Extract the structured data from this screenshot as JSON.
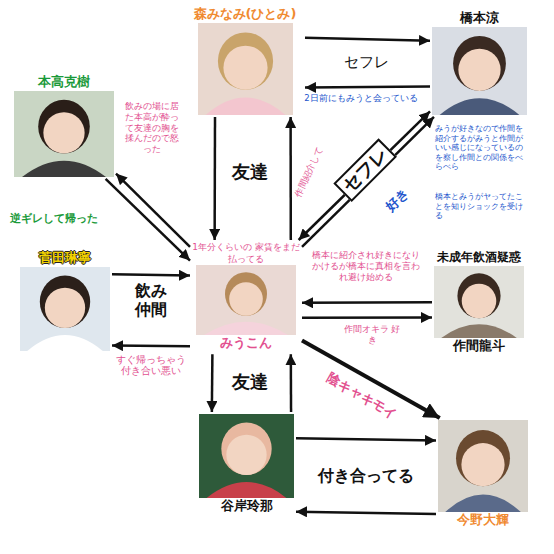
{
  "diagram": {
    "nodes": [
      {
        "text": [
          "森みなみ(ひとみ)"
        ]
      },
      {
        "text": [
          "橋本涼"
        ]
      },
      {
        "text": [
          "本高克樹"
        ]
      },
      {
        "text": [
          "菅田琳寧"
        ]
      },
      {
        "text": [
          "1年分くらいの 家賃をまだ払ってる",
          "みうこん"
        ]
      },
      {
        "text": [
          "未成年飲酒疑惑",
          "作間龍斗"
        ]
      },
      {
        "text": [
          "谷岸玲那"
        ]
      },
      {
        "text": [
          "今野大輝"
        ]
      }
    ],
    "edges": [
      {
        "from": 0,
        "to": 1,
        "label": "セフレ",
        "arrow": "to"
      },
      {
        "from": 1,
        "to": 0,
        "label": "2日前にもみうと会っている",
        "arrow": "to"
      },
      {
        "from": 0,
        "to": 4,
        "label": "友達",
        "arrow": "to"
      },
      {
        "from": 4,
        "to": 0,
        "label": "作間紹介して",
        "arrow": "to"
      },
      {
        "from": 4,
        "to": 1,
        "label": "セフレ",
        "arrow": "both"
      },
      {
        "from": 4,
        "to": 1,
        "label": "好き",
        "arrow": "to"
      },
      {
        "from": 4,
        "to": 2,
        "label": "飲みの場に居た本高が酔って友達の胸を揉んだので怒った",
        "arrow": "to"
      },
      {
        "from": 2,
        "to": 4,
        "label": "逆ギレして帰った",
        "arrow": "to"
      },
      {
        "from": 3,
        "to": 4,
        "label": "飲み仲間",
        "arrow": "to"
      },
      {
        "from": 4,
        "to": 3,
        "label": "すぐ帰っちゃう 付き合い悪い",
        "arrow": "to"
      },
      {
        "from": 5,
        "to": 4,
        "label": "橋本に紹介され好きになりかけるが橋本に真相を言われ避け始める",
        "arrow": "to"
      },
      {
        "from": 4,
        "to": 5,
        "label": "作間オキラ 好き",
        "arrow": "to"
      },
      {
        "from": 4,
        "to": 7,
        "label": "陰キャキモイ",
        "arrow": "to"
      },
      {
        "from": 4,
        "to": 6,
        "label": "友達",
        "arrow": "to"
      },
      {
        "from": 6,
        "to": 4,
        "arrow": "to"
      },
      {
        "from": 6,
        "to": 7,
        "label": "付き合ってる",
        "arrow": "to"
      },
      {
        "from": 7,
        "to": 6,
        "arrow": "to"
      }
    ],
    "labels": [
      "みうが好きなので作間を紹介するがみうと作間がいい感じになっているのを察し作間との関係をべらべら",
      "橋本とみうがヤってたことを知りショックを受ける"
    ]
  }
}
